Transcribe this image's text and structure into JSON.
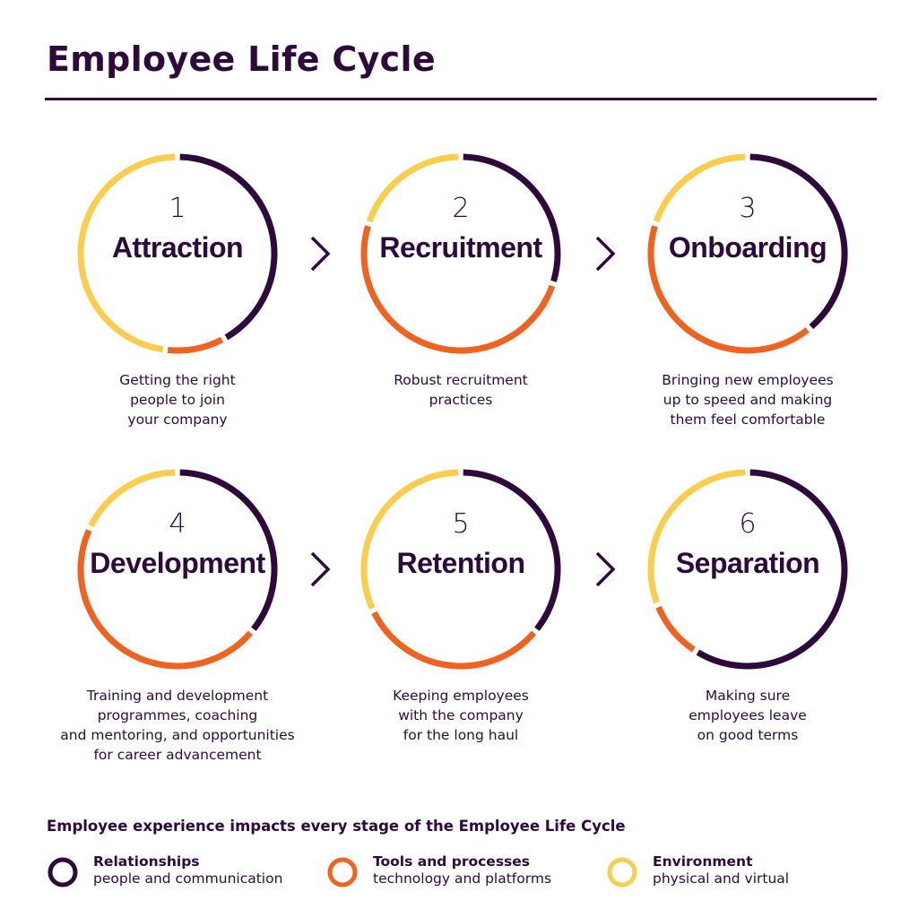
{
  "title": "Employee Life Cycle",
  "colors": {
    "relationships": "#2e0a3c",
    "tools": "#f0621f",
    "environment": "#fbcd4f"
  },
  "stages": [
    {
      "number": "1",
      "name": "Attraction",
      "description": "Getting the right\npeople to join\nyour company",
      "share": {
        "relationships": 0.42,
        "tools": 0.1,
        "environment": 0.48
      }
    },
    {
      "number": "2",
      "name": "Recruitment",
      "description": "Robust recruitment\npractices",
      "share": {
        "relationships": 0.3,
        "tools": 0.5,
        "environment": 0.2
      }
    },
    {
      "number": "3",
      "name": "Onboarding",
      "description": "Bringing new employees\nup to speed and making\nthem feel comfortable",
      "share": {
        "relationships": 0.39,
        "tools": 0.41,
        "environment": 0.2
      }
    },
    {
      "number": "4",
      "name": "Development",
      "description": "Training and development\nprogrammes, coaching\nand mentoring, and opportunities\nfor career advancement",
      "share": {
        "relationships": 0.36,
        "tools": 0.46,
        "environment": 0.18
      }
    },
    {
      "number": "5",
      "name": "Retention",
      "description": "Keeping employees\nwith the company\nfor the long haul",
      "share": {
        "relationships": 0.36,
        "tools": 0.32,
        "environment": 0.32
      }
    },
    {
      "number": "6",
      "name": "Separation",
      "description": "Making sure\nemployees leave\non good terms",
      "share": {
        "relationships": 0.59,
        "tools": 0.1,
        "environment": 0.31
      }
    }
  ],
  "footer": {
    "heading": "Employee experience impacts every stage of the Employee Life Cycle",
    "legend": [
      {
        "key": "relationships",
        "title": "Relationships",
        "subtitle": "people and communication",
        "color": "#2e0a3c"
      },
      {
        "key": "tools",
        "title": "Tools and processes",
        "subtitle": "technology and platforms",
        "color": "#f0621f"
      },
      {
        "key": "environment",
        "title": "Environment",
        "subtitle": "physical and virtual",
        "color": "#fbcd4f"
      }
    ]
  }
}
